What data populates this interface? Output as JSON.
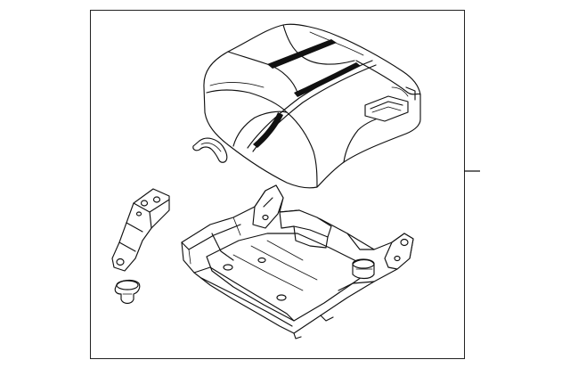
{
  "diagram": {
    "parts": [
      {
        "name": "seat-cushion",
        "icon": "seat-cushion-icon"
      },
      {
        "name": "wire-clip",
        "icon": "wire-clip-icon"
      },
      {
        "name": "side-bracket",
        "icon": "bracket-icon"
      },
      {
        "name": "push-pin-fastener",
        "icon": "fastener-icon"
      },
      {
        "name": "seat-frame",
        "icon": "seat-frame-icon"
      }
    ],
    "callout": {
      "label": ""
    },
    "colors": {
      "line": "#111111",
      "background": "#ffffff",
      "frame": "#222222"
    }
  }
}
